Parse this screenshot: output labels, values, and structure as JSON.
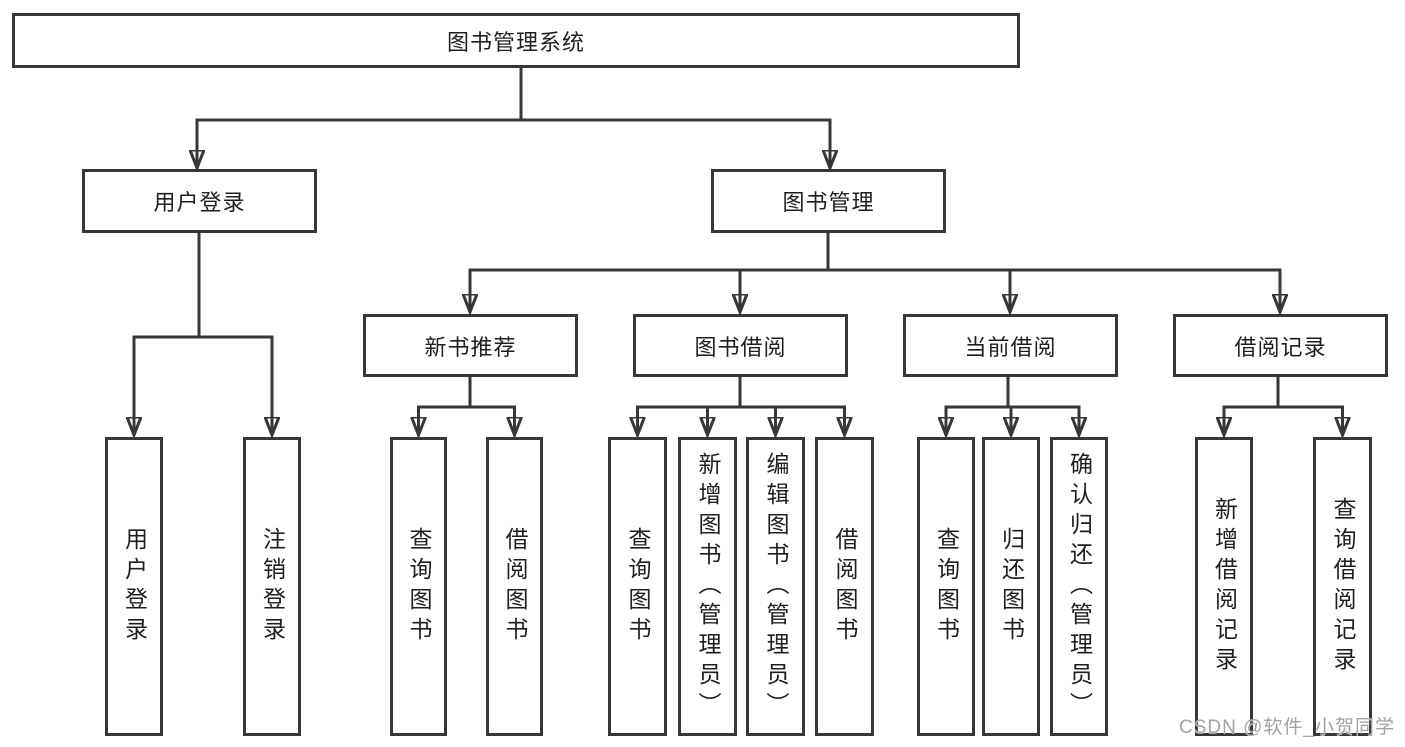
{
  "colors": {
    "line": "#373737",
    "text": "#1f1f1f",
    "box_bg": "#ffffff",
    "watermark": "#a3a3a3"
  },
  "diagram": {
    "title": "图书管理系统",
    "tree": {
      "user_login": {
        "label": "用户登录",
        "children": {
          "login": "用户登录",
          "logout": "注销登录"
        }
      },
      "book_mgmt": {
        "label": "图书管理",
        "children": {
          "new_books": {
            "label": "新书推荐",
            "children": {
              "query": "查询图书",
              "borrow": "借阅图书"
            }
          },
          "book_borrow": {
            "label": "图书借阅",
            "children": {
              "query": "查询图书",
              "add": "新增图书（管理员）",
              "edit": "编辑图书（管理员）",
              "borrow": "借阅图书"
            }
          },
          "current_borrow": {
            "label": "当前借阅",
            "children": {
              "query": "查询图书",
              "return": "归还图书",
              "confirm": "确认归还（管理员）"
            }
          },
          "borrow_records": {
            "label": "借阅记录",
            "children": {
              "add": "新增借阅记录",
              "query": "查询借阅记录"
            }
          }
        }
      }
    }
  },
  "watermark": "CSDN @软件_小贺同学"
}
